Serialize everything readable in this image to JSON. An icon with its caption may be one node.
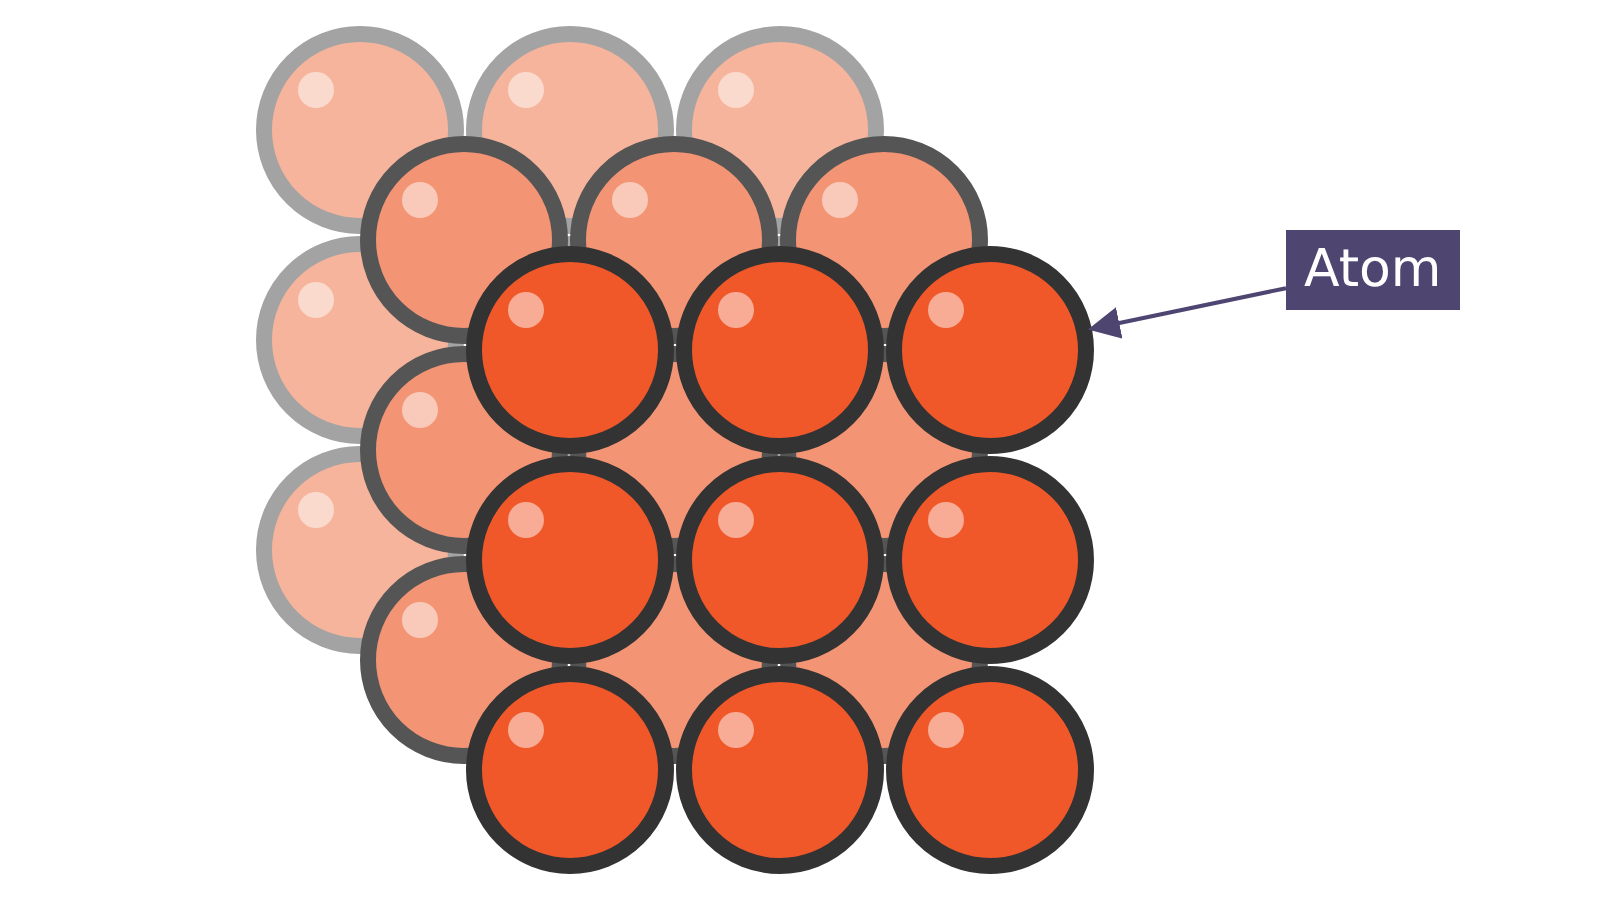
{
  "diagram": {
    "nodes": [
      {
        "text": [
          "Atom"
        ]
      },
      {
        "text": [],
        "shape": "circle"
      }
    ],
    "edges": [
      {
        "from": 0,
        "to": 1,
        "arrow": "to"
      }
    ]
  }
}
